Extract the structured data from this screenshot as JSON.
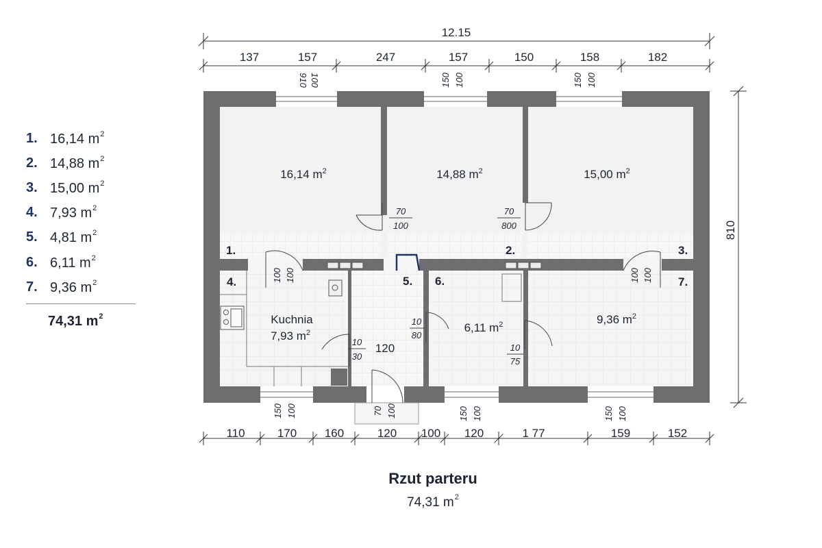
{
  "legend": {
    "items": [
      {
        "num": "1.",
        "area": "16,14 m",
        "unit_sup": "2"
      },
      {
        "num": "2.",
        "area": "14,88 m",
        "unit_sup": "2"
      },
      {
        "num": "3.",
        "area": "15,00 m",
        "unit_sup": "2"
      },
      {
        "num": "4.",
        "area": "7,93 m",
        "unit_sup": "2"
      },
      {
        "num": "5.",
        "area": "4,81 m",
        "unit_sup": "2"
      },
      {
        "num": "6.",
        "area": "6,11 m",
        "unit_sup": "2"
      },
      {
        "num": "7.",
        "area": "9,36 m",
        "unit_sup": "2"
      }
    ],
    "total": "74,31 m",
    "total_sup": "2"
  },
  "dimensions": {
    "overall_width": "12.15",
    "overall_height": "810",
    "top": [
      "137",
      "157",
      "247",
      "157",
      "150",
      "158",
      "182"
    ],
    "bottom": [
      "110",
      "170",
      "160",
      "120",
      "100",
      "120",
      "1 77",
      "159",
      "152"
    ]
  },
  "windows": {
    "top": [
      [
        "910",
        "100"
      ],
      [
        "150",
        "100"
      ],
      [
        "150",
        "100"
      ]
    ],
    "bottom": [
      [
        "150",
        "100"
      ],
      [
        "150",
        "100"
      ],
      [
        "150",
        "100"
      ]
    ],
    "entrance": [
      "70",
      "100"
    ]
  },
  "doors": {
    "d1": [
      "70",
      "100"
    ],
    "d2": [
      "70",
      "800"
    ],
    "d3": [
      "100",
      "100"
    ],
    "d4": [
      "100",
      "100"
    ],
    "d5": [
      "10",
      "30"
    ],
    "d5_width": "120",
    "d6": [
      "10",
      "80"
    ],
    "d7": [
      "10",
      "75"
    ]
  },
  "rooms": {
    "r1": {
      "area": "16,14 m",
      "sup": "2",
      "no": "1."
    },
    "r2": {
      "area": "14,88 m",
      "sup": "2",
      "no": "2."
    },
    "r3": {
      "area": "15,00 m",
      "sup": "2",
      "no": "3."
    },
    "r4": {
      "name": "Kuchnia",
      "area": "7,93 m",
      "sup": "2",
      "no": "4."
    },
    "r5": {
      "no": "5."
    },
    "r6": {
      "area": "6,11 m",
      "sup": "2",
      "no": "6."
    },
    "r7": {
      "area": "9,36 m",
      "sup": "2",
      "no": "7."
    }
  },
  "caption": {
    "title": "Rzut parteru",
    "area": "74,31 m",
    "area_sup": "2"
  },
  "colors": {
    "wall": "#6e6e70",
    "floor": "#f3f3f3",
    "legend_num": "#1e3563",
    "text": "#1d2433"
  }
}
